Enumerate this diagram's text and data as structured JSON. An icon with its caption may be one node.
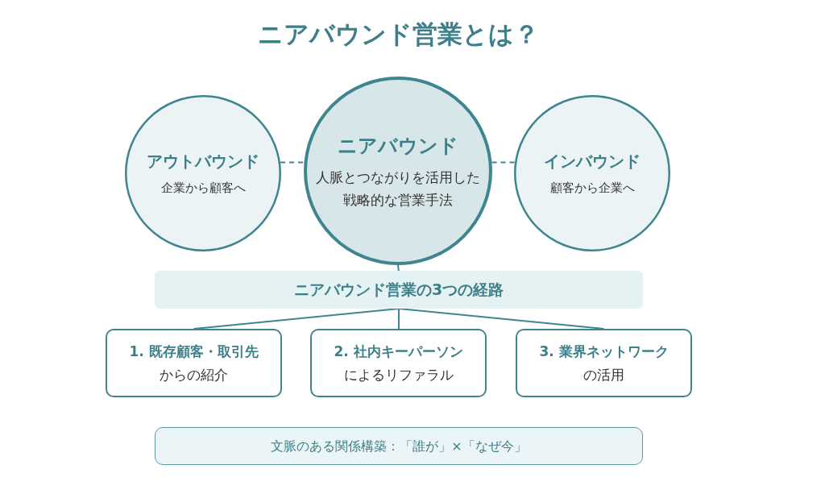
{
  "diagram": {
    "title": "ニアバウンド営業とは？",
    "nodes": [
      {
        "text": [
          "アウトバウンド",
          "企業から顧客へ"
        ]
      },
      {
        "text": [
          "ニアバウンド",
          "人脈とつながりを活用した戦略的な営業手法"
        ]
      },
      {
        "text": [
          "インバウンド",
          "顧客から企業へ"
        ]
      },
      {
        "text": [
          "ニアバウンド営業の3つの経路"
        ]
      },
      {
        "text": [
          "1. 既存顧客・取引先",
          "からの紹介"
        ]
      },
      {
        "text": [
          "2. 社内キーパーソン",
          "によるリファラル"
        ]
      },
      {
        "text": [
          "3. 業界ネットワーク",
          "の活用"
        ]
      },
      {
        "text": [
          "文脈のある関係構築：「誰が」×「なぜ今」"
        ]
      }
    ],
    "edges": [
      {
        "from": 0,
        "to": 1,
        "arrow": "none",
        "style": "dashed"
      },
      {
        "from": 1,
        "to": 2,
        "arrow": "none",
        "style": "dashed"
      },
      {
        "from": 1,
        "to": 3,
        "arrow": "none"
      },
      {
        "from": 3,
        "to": 4,
        "arrow": "none"
      },
      {
        "from": 3,
        "to": 5,
        "arrow": "none"
      },
      {
        "from": 3,
        "to": 6,
        "arrow": "none"
      }
    ]
  }
}
